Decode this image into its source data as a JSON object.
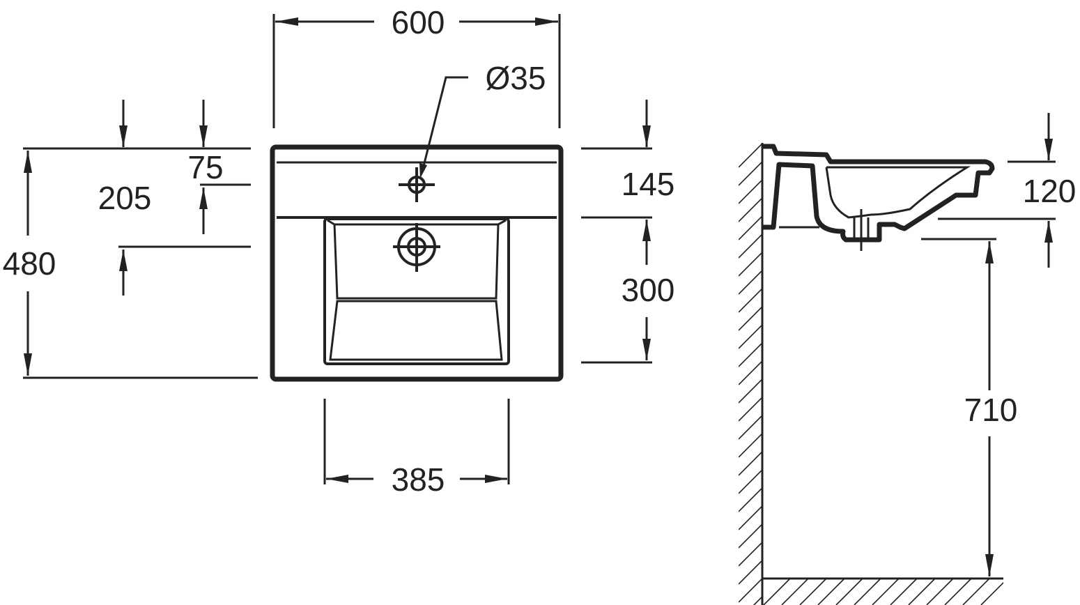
{
  "drawing": {
    "top_view": {
      "width_label": "600",
      "hole_label": "Ø35",
      "dim_75_label": "75",
      "dim_205_label": "205",
      "depth_label": "480",
      "dim_145_label": "145",
      "dim_300_label": "300",
      "bowl_width_label": "385"
    },
    "side_view": {
      "height_120_label": "120",
      "mount_height_label": "710"
    }
  }
}
